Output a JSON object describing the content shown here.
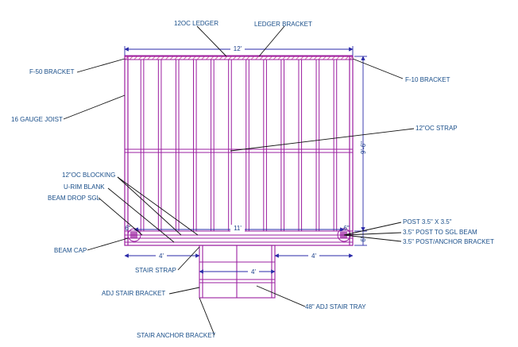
{
  "colors": {
    "framing": "#9b1fa0",
    "leader": "#111111",
    "dimension": "#2a2aa8",
    "label": "#1a4f8a",
    "ledger_hatch": "#c0308a"
  },
  "labels": {
    "ledger_12oc": "12OC LEDGER",
    "ledger_bracket": "LEDGER BRACKET",
    "f50_bracket": "F-50 BRACKET",
    "f10_bracket": "F-10 BRACKET",
    "gauge_joist": "16 GAUGE JOIST",
    "oc_strap": "12\"OC STRAP",
    "oc_blocking": "12\"OC BLOCKING",
    "urim_blank": "U-RIM BLANK",
    "beam_drop": "BEAM DROP SGL",
    "post_size": "POST 3.5\" X 3.5\"",
    "post_to_beam": "3.5\" POST TO SGL BEAM",
    "post_anchor": "3.5\" POST/ANCHOR BRACKET",
    "beam_cap": "BEAM CAP",
    "stair_strap": "STAIR STRAP",
    "adj_stair_bracket": "ADJ STAIR BRACKET",
    "adj_stair_tray": "48\" ADJ STAIR TRAY",
    "stair_anchor_bracket": "STAIR ANCHOR BRACKET"
  },
  "dimensions": {
    "width": "12'",
    "depth": "9'-6\"",
    "beam_span": "11'",
    "left_offset": "4'",
    "right_offset": "4'",
    "stair_width": "4'",
    "post_inset_left": "6\"",
    "post_inset_right": "6\"",
    "post_inset_depth": "6\""
  }
}
